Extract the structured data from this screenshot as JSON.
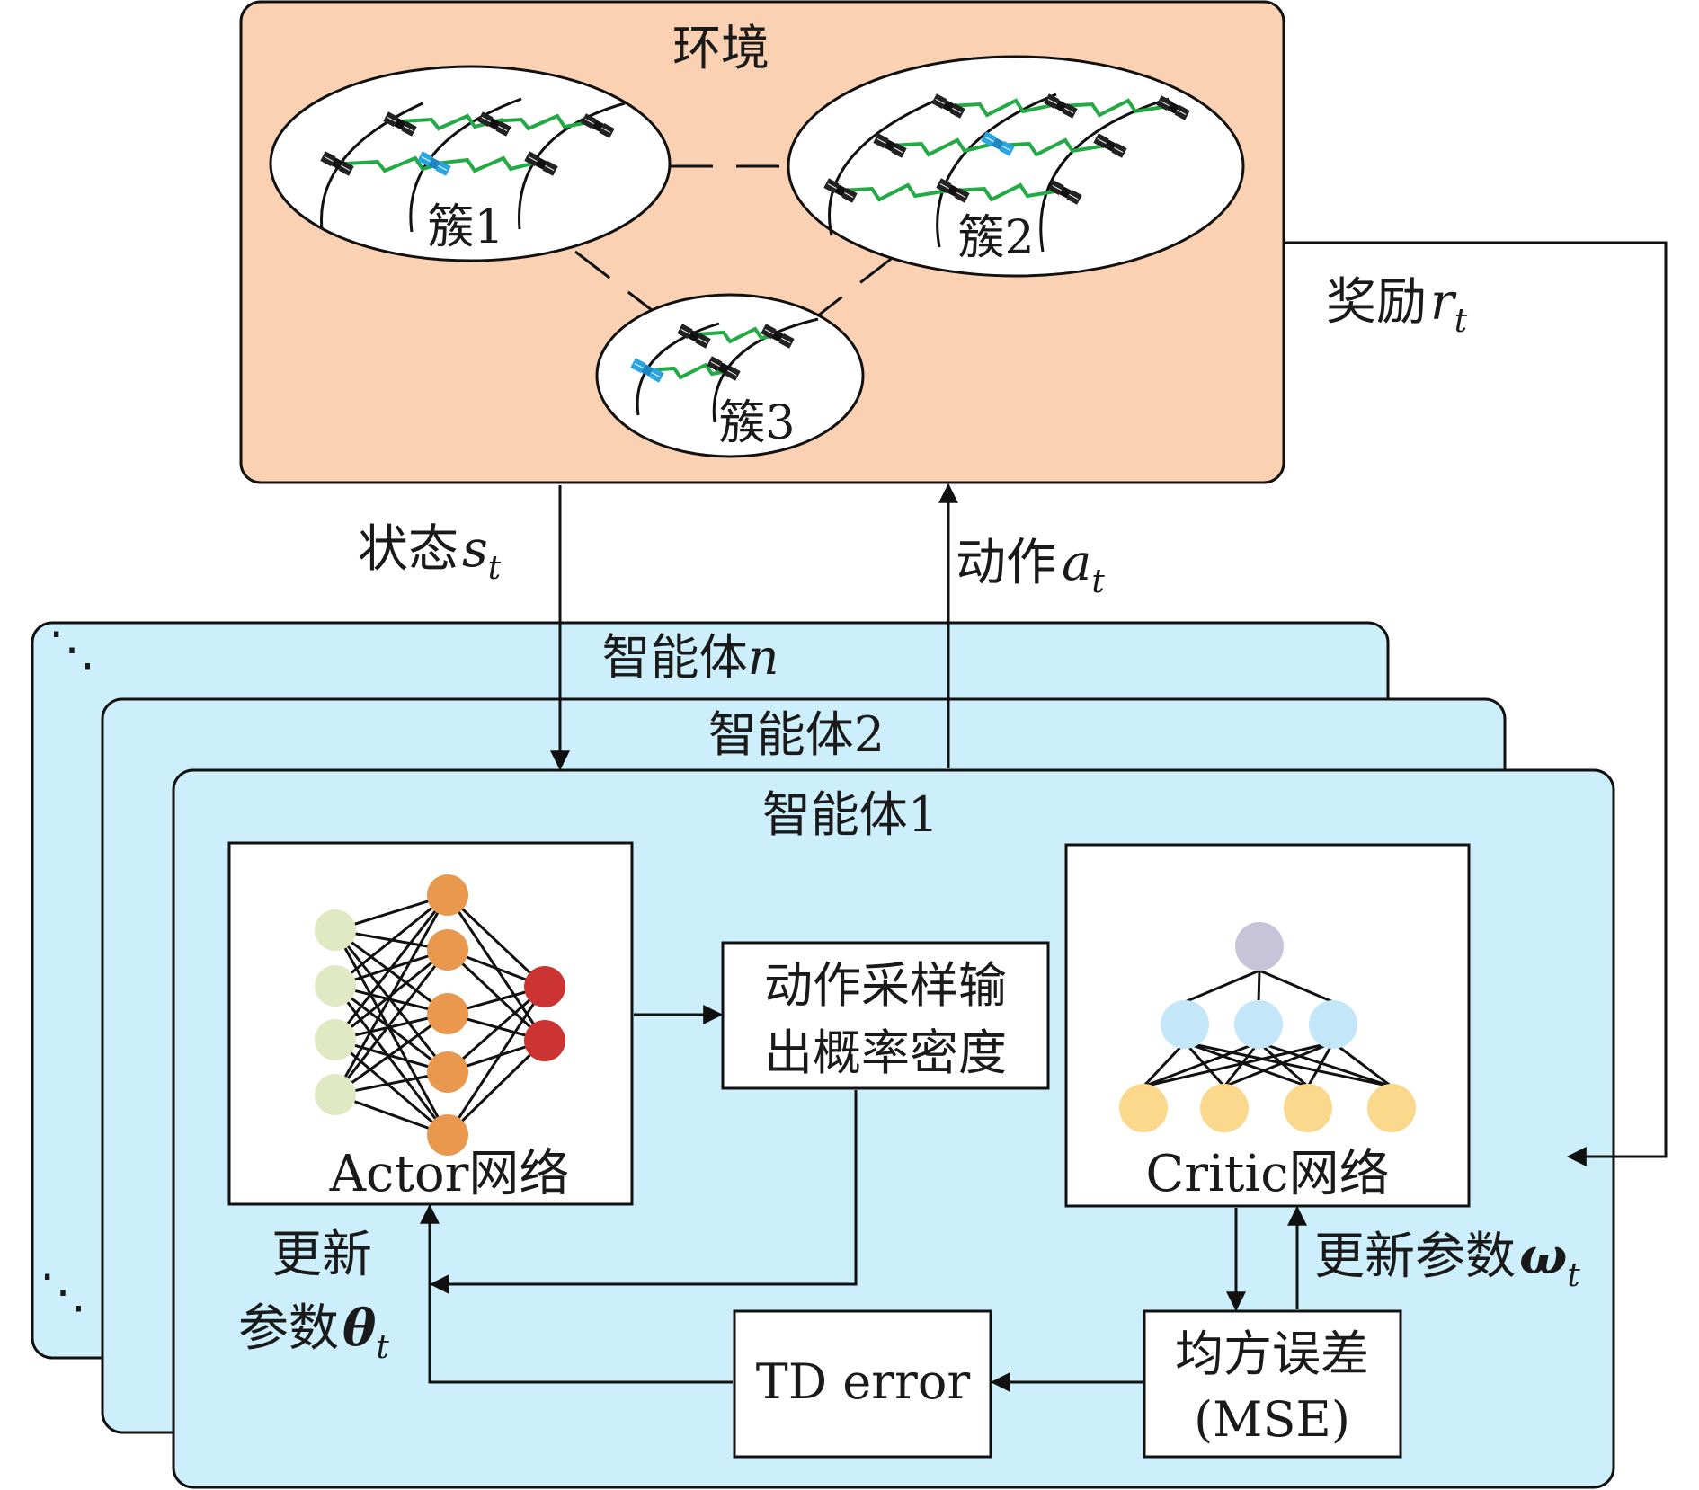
{
  "colors": {
    "environment_fill": "#fbd1b4",
    "agent_fill": "#cdeffc",
    "node_input": "#e1e8c4",
    "node_hidden": "#e9984e",
    "node_output": "#cc3333",
    "critic_top": "#c7c3d8",
    "critic_mid": "#c3e7f8",
    "critic_bottom": "#fbd98c",
    "link_green": "#22aa44",
    "satellite_blue": "#2aa5df"
  },
  "environment": {
    "title": "环境",
    "cluster1": "簇1",
    "cluster2": "簇2",
    "cluster3": "簇3"
  },
  "signals": {
    "reward": "奖励",
    "reward_sym": "r",
    "reward_sub": "t",
    "state": "状态",
    "state_sym": "s",
    "state_sub": "t",
    "action": "动作",
    "action_sym": "a",
    "action_sub": "t"
  },
  "agents": {
    "agent_n": "智能体",
    "agent_n_sym": "n",
    "agent_2": "智能体2",
    "agent_1": "智能体1",
    "ellipsis_top": "⋱",
    "ellipsis_bottom": "⋱"
  },
  "actor": {
    "label": "Actor网络",
    "update_line1": "更新",
    "update_line2": "参数",
    "update_sym": "θ",
    "update_sub": "t"
  },
  "sampler": {
    "line1": "动作采样输",
    "line2": "出概率密度"
  },
  "critic": {
    "label": "Critic网络",
    "update": "更新参数",
    "update_sym": "ω",
    "update_sub": "t"
  },
  "mse": {
    "line1": "均方误差",
    "line2": "(MSE)"
  },
  "td": {
    "label": "TD error"
  }
}
